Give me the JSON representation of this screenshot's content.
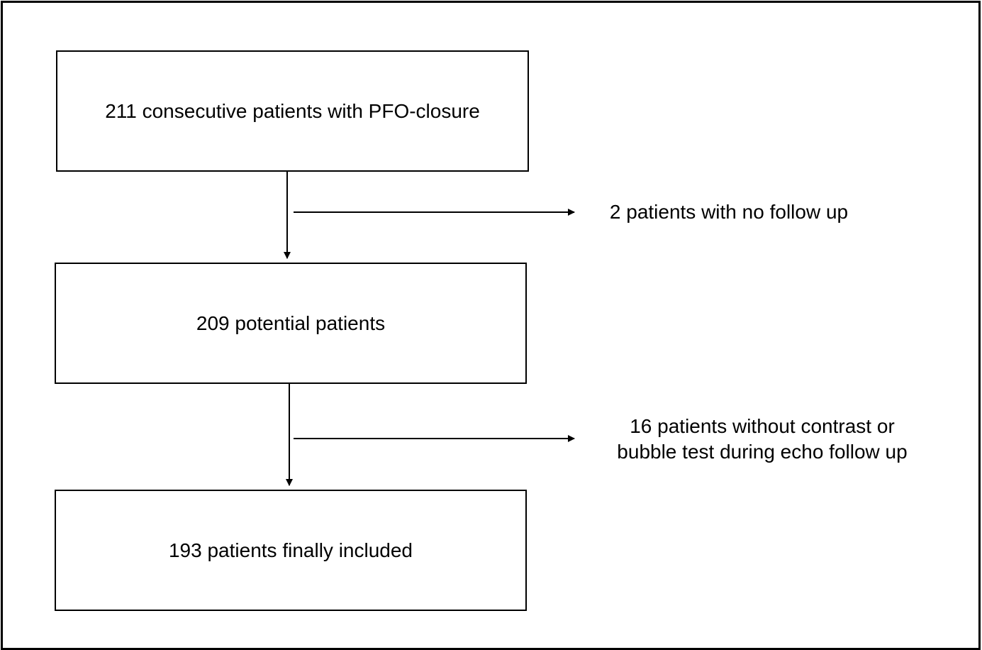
{
  "flowchart": {
    "steps": [
      {
        "label": "211 consecutive patients with PFO-closure"
      },
      {
        "label": "209 potential patients"
      },
      {
        "label": "193 patients finally included"
      }
    ],
    "exclusions": [
      {
        "label": "2 patients with no follow up"
      },
      {
        "label": "16 patients without contrast or\nbubble test during echo follow up"
      }
    ]
  },
  "colors": {
    "stroke": "#000000",
    "background": "#ffffff"
  }
}
